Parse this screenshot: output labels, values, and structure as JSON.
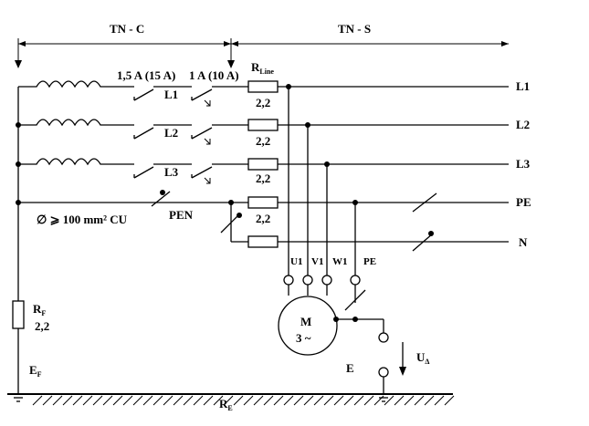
{
  "sections": {
    "tnc": "TN - C",
    "tns": "TN - S"
  },
  "fuses": {
    "fuse1": "1,5 A (15 A)",
    "fuse2": "1 A (10 A)"
  },
  "rline": {
    "main": "R",
    "sub": "Line"
  },
  "resistances": [
    "2,2",
    "2,2",
    "2,2",
    "2,2"
  ],
  "lines": {
    "l1": "L1",
    "l2": "L2",
    "l3": "L3",
    "pe": "PE",
    "n": "N"
  },
  "phases": {
    "l1": "L1",
    "l2": "L2",
    "l3": "L3"
  },
  "pen": "PEN",
  "conductor": "∅ ⩾ 100 mm² CU",
  "rf": {
    "main": "R",
    "sub": "F",
    "value": "2,2"
  },
  "ef": {
    "main": "E",
    "sub": "F"
  },
  "motor_terminals": [
    "U1",
    "V1",
    "W1",
    "PE"
  ],
  "motor": {
    "label": "M",
    "phases": "3 ~"
  },
  "e_label": "E",
  "ud": {
    "main": "U",
    "sub": "Δ"
  },
  "re": {
    "main": "R",
    "sub": "E"
  }
}
